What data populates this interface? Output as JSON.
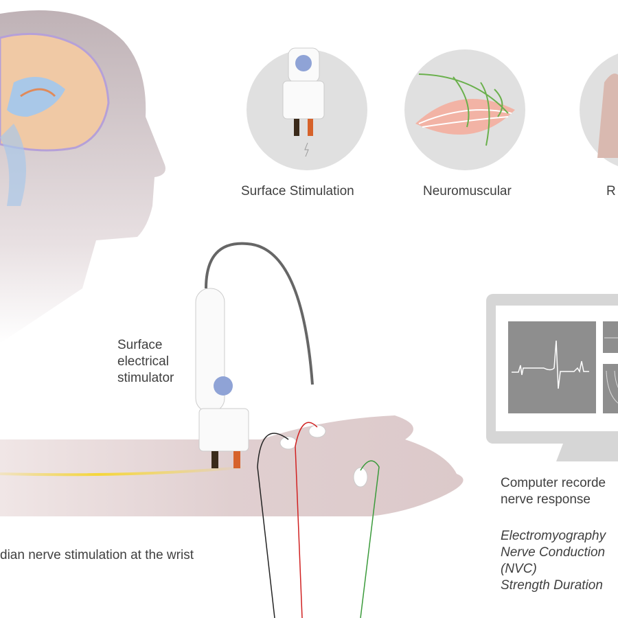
{
  "circles": [
    {
      "label": "Surface Stimulation",
      "icon": "stimulator-probe-icon"
    },
    {
      "label": "Neuromuscular",
      "icon": "muscle-nerve-icon"
    },
    {
      "label": "R",
      "icon": "thumb-icon"
    }
  ],
  "stimulator_label": [
    "Surface",
    "electrical",
    "stimulator"
  ],
  "wrist_caption": "dian nerve stimulation at the wrist",
  "computer": {
    "title_lines": [
      "Computer recorde",
      "nerve response"
    ],
    "methods": [
      "Electromyography",
      "Nerve Conduction",
      "(NVC)",
      "Strength Duration"
    ]
  },
  "colors": {
    "head": "#c9bcc0",
    "brain": "#f0c9a5",
    "arm": "#e3d3d3",
    "monitor": "#d6d6d6",
    "screen": "#8e8e8e",
    "nerve": "#f5d63a"
  }
}
